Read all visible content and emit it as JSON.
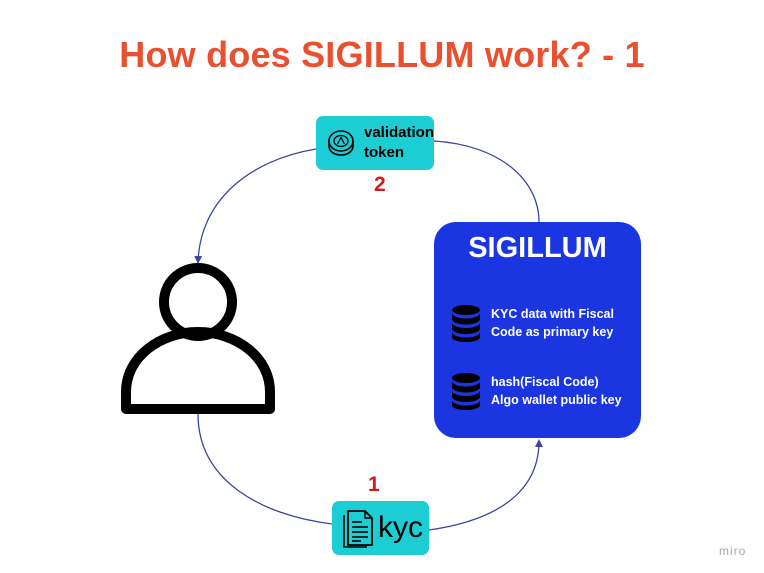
{
  "title": "How does SIGILLUM work? - 1",
  "token": {
    "line1": "validation",
    "line2": "token",
    "icon": "coin-icon"
  },
  "steps": {
    "step1": "1",
    "step2": "2"
  },
  "sigillum": {
    "title": "SIGILLUM",
    "db1": {
      "line1": "KYC data with Fiscal",
      "line2": "Code as primary key",
      "icon": "database-icon"
    },
    "db2": {
      "line1": "hash(Fiscal Code)",
      "line2": "Algo wallet public key",
      "icon": "database-icon"
    }
  },
  "kyc": {
    "label": "kyc",
    "icon": "document-icon"
  },
  "user": {
    "icon": "person-icon"
  },
  "watermark": "miro",
  "colors": {
    "title": "#e9502f",
    "accent_teal": "#1ccdd3",
    "sigillum_blue": "#1b35e0",
    "step_red": "#d01b1b",
    "connector": "#3b46a0"
  }
}
